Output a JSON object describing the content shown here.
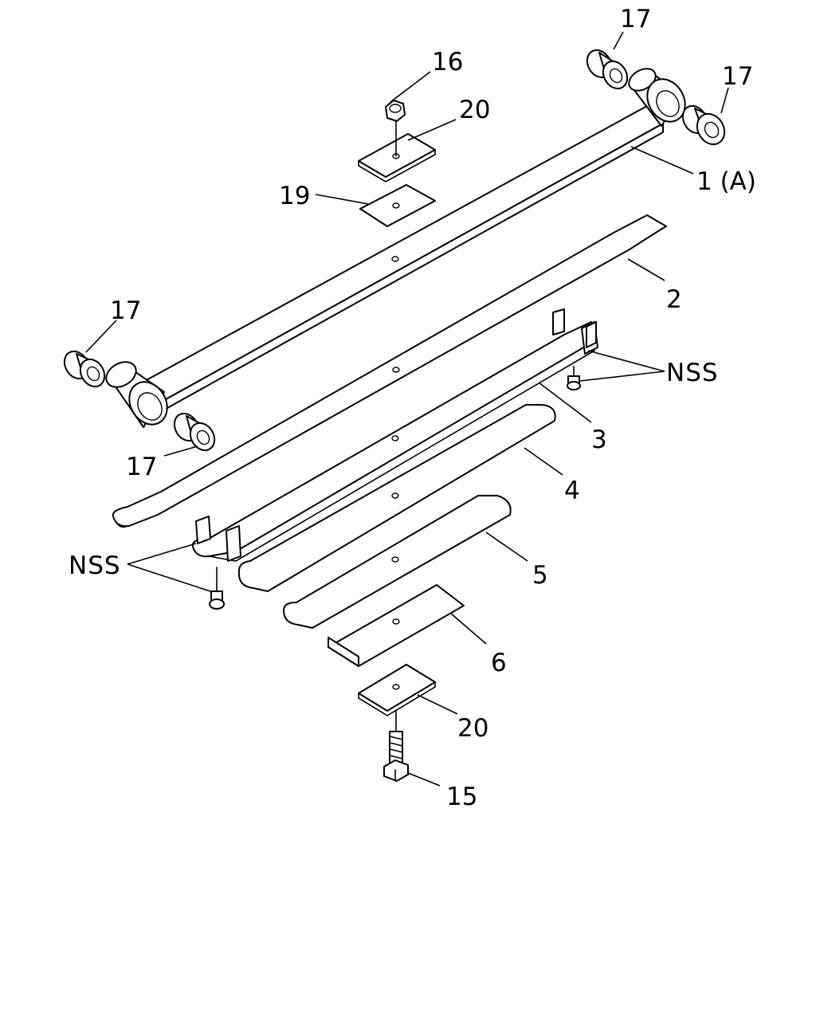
{
  "diagram": {
    "callouts": {
      "c1a": "1 (A)",
      "c2": "2",
      "c3": "3",
      "c4": "4",
      "c5": "5",
      "c6": "6",
      "c15": "15",
      "c16": "16",
      "c17_top": "17",
      "c17_right": "17",
      "c17_left": "17",
      "c17_bottom": "17",
      "c19": "19",
      "c20_top": "20",
      "c20_bottom": "20",
      "nss_right": "NSS",
      "nss_left": "NSS"
    },
    "colors": {
      "line": "#000000",
      "background": "#ffffff"
    }
  }
}
